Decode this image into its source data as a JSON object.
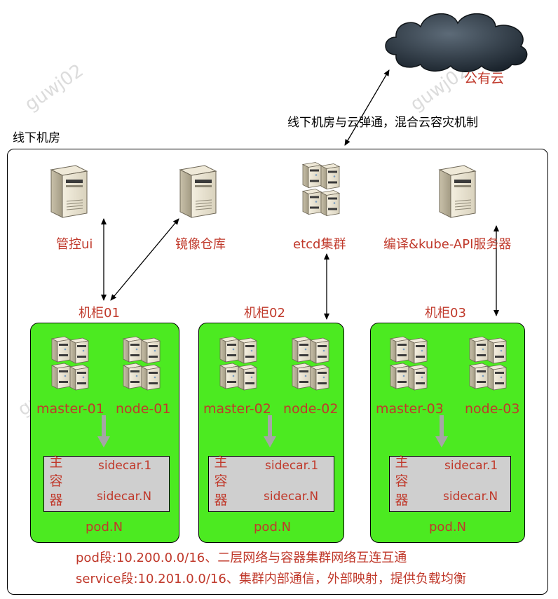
{
  "cloud": {
    "label": "公有云"
  },
  "sync_label": "线下机房与云弹通，混合云容灾机制",
  "onprem_label": "线下机房",
  "services": [
    {
      "label": "管控ui"
    },
    {
      "label": "镜像仓库"
    },
    {
      "label": "etcd集群"
    },
    {
      "label": "编译&kube-API服务器"
    }
  ],
  "racks": [
    {
      "title": "机柜01",
      "master": "master-01",
      "node": "node-01",
      "pod": {
        "main": [
          "主",
          "容",
          "器"
        ],
        "sidecar_first": "sidecar.1",
        "sidecar_last": "sidecar.N",
        "name": "pod.N"
      }
    },
    {
      "title": "机柜02",
      "master": "master-02",
      "node": "node-02",
      "pod": {
        "main": [
          "主",
          "容",
          "器"
        ],
        "sidecar_first": "sidecar.1",
        "sidecar_last": "sidecar.N",
        "name": "pod.N"
      }
    },
    {
      "title": "机柜03",
      "master": "master-03",
      "node": "node-03",
      "pod": {
        "main": [
          "主",
          "容",
          "器"
        ],
        "sidecar_first": "sidecar.1",
        "sidecar_last": "sidecar.N",
        "name": "pod.N"
      }
    }
  ],
  "notes": {
    "pod_cidr": "pod段:10.200.0.0/16、二层网络与容器集群网络互连互通",
    "service_cidr": "service段:10.201.0.0/16、集群内部通信，外部映射，提供负载均衡"
  },
  "watermark": "guwj02",
  "colors": {
    "rack_fill": "#4cea21",
    "label_red": "#c0392b",
    "pod_fill": "#cfcfcf",
    "cloud": "#2e3a47"
  },
  "icons": {
    "server": "tower-server-icon",
    "cluster": "server-cluster-icon",
    "cloud": "cloud-icon"
  }
}
